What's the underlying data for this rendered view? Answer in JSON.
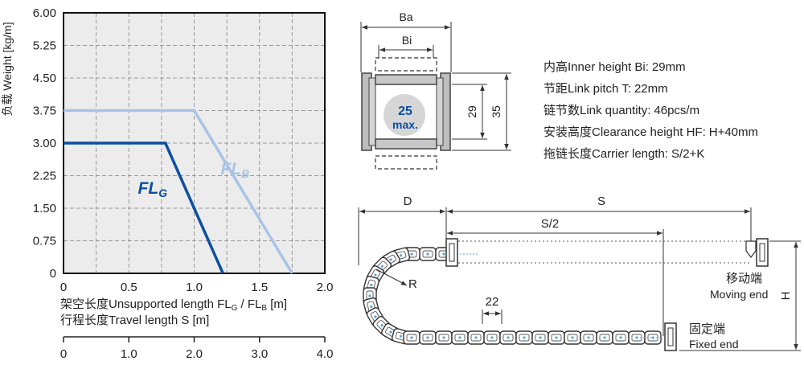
{
  "chart_data": {
    "type": "line",
    "ylabel": "负载 Weight [kg/m]",
    "xlabel": "架空长度Unsupported length FLG / FLB [m]",
    "x2label": "行程长度Travel length S [m]",
    "y_ticks": [
      "6.00",
      "5.25",
      "4.50",
      "3.75",
      "3.00",
      "2.25",
      "1.50",
      "0.75",
      "0"
    ],
    "x_ticks": [
      "0",
      "0.5",
      "1.0",
      "1.5",
      "2.0"
    ],
    "x2_ticks": [
      "0",
      "1.0",
      "2.0",
      "3.0",
      "4.0"
    ],
    "xlim": [
      0,
      2.0
    ],
    "ylim": [
      0,
      6.0
    ],
    "grid": true,
    "series": [
      {
        "name": "FLB",
        "color": "#a9c3e6",
        "x": [
          0,
          1.0,
          1.75
        ],
        "y": [
          3.75,
          3.75,
          0
        ]
      },
      {
        "name": "FLG",
        "color": "#0a4fa3",
        "x": [
          0,
          0.78,
          1.22
        ],
        "y": [
          3.0,
          3.0,
          0
        ]
      }
    ],
    "series_labels": {
      "FLB": {
        "main": "FL",
        "sub": "B"
      },
      "FLG": {
        "main": "FL",
        "sub": "G"
      }
    }
  },
  "cross_section": {
    "ba_label": "Ba",
    "bi_label": "Bi",
    "dim_29": "29",
    "dim_35": "35",
    "bubble_line1": "25",
    "bubble_line2": "max."
  },
  "specs": [
    {
      "label": "内高Inner height Bi:",
      "value": "29mm"
    },
    {
      "label": "节距Link pitch T:",
      "value": "22mm"
    },
    {
      "label": "链节数Link quantity:",
      "value": "46pcs/m"
    },
    {
      "label": "安装高度Clearance height HF:",
      "value": "H+40mm"
    },
    {
      "label": "拖链长度Carrier length:",
      "value": "S/2+K"
    }
  ],
  "layout_diagram": {
    "d_label": "D",
    "s_label": "S",
    "s_half_label": "S/2",
    "r_label": "R",
    "pitch_label": "22",
    "h_label": "H",
    "moving_cn": "移动端",
    "moving_en": "Moving end",
    "fixed_cn": "固定端",
    "fixed_en": "Fixed end"
  }
}
